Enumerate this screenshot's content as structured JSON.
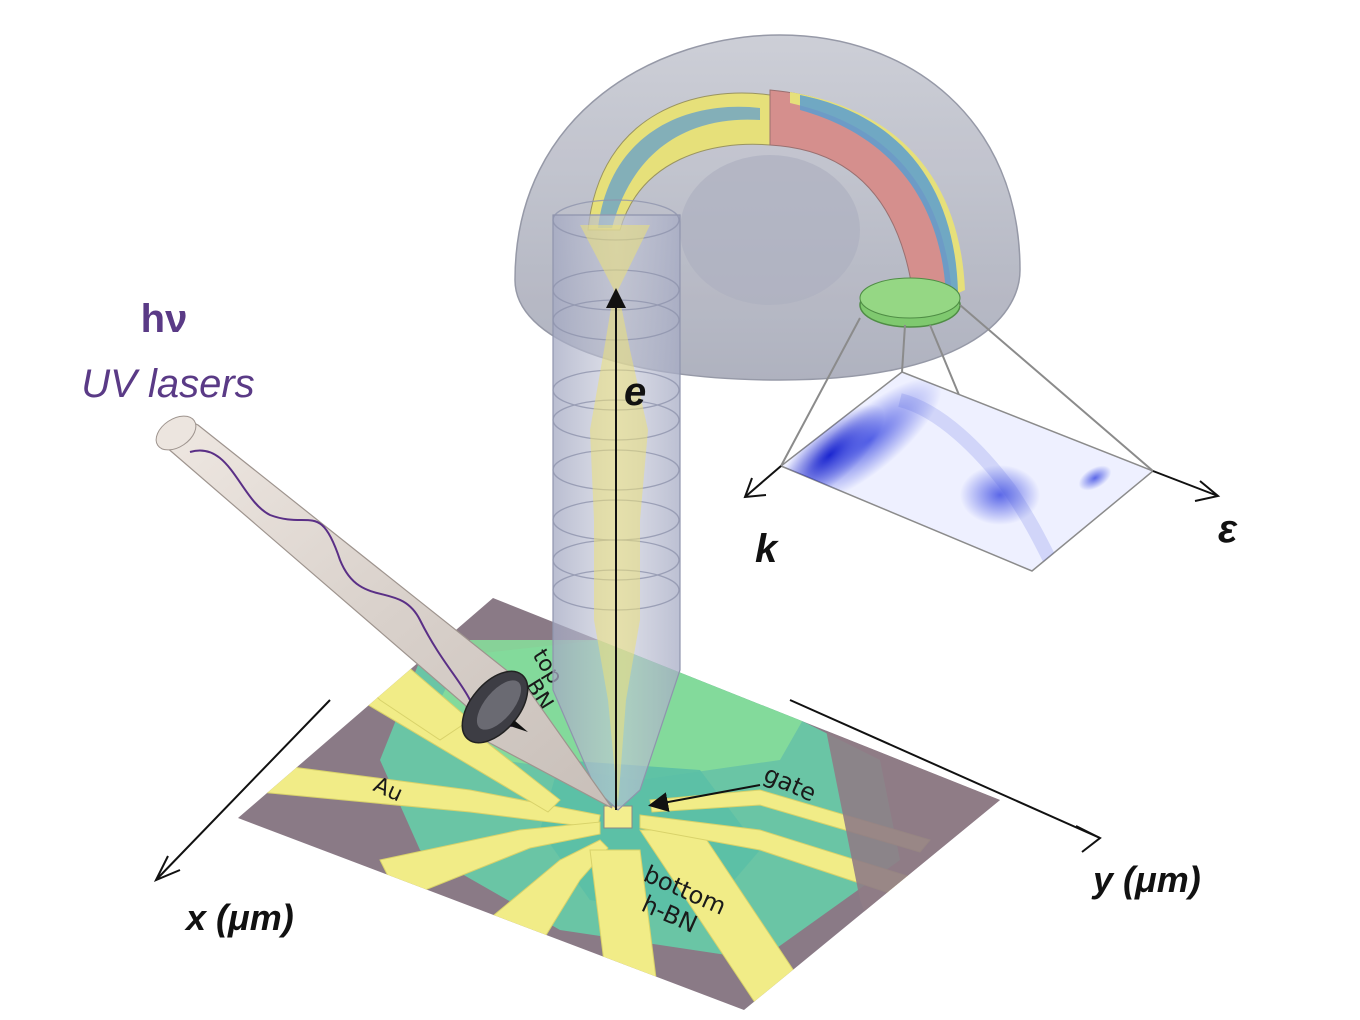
{
  "source_label": {
    "photon": "hν",
    "lasers": "UV lasers"
  },
  "beam_label": "e",
  "spectrum_axes": {
    "momentum": "k",
    "energy": "ε"
  },
  "sample_axes": {
    "x": "x (μm)",
    "y": "y (μm)"
  },
  "sample_labels": {
    "top": "top",
    "top_bn": "BN",
    "gold": "Au",
    "gate": "gate",
    "bottom": "bottom",
    "bottom_hbn": "h-BN"
  },
  "colors": {
    "laser_label": "#5a3a86",
    "text": "#111111",
    "analyzer_dome": "#b9bcc8",
    "sample_green": "#7fd8a0",
    "gold_contacts": "#f2ee86",
    "spectrum_blue": "#1a2bd8"
  }
}
